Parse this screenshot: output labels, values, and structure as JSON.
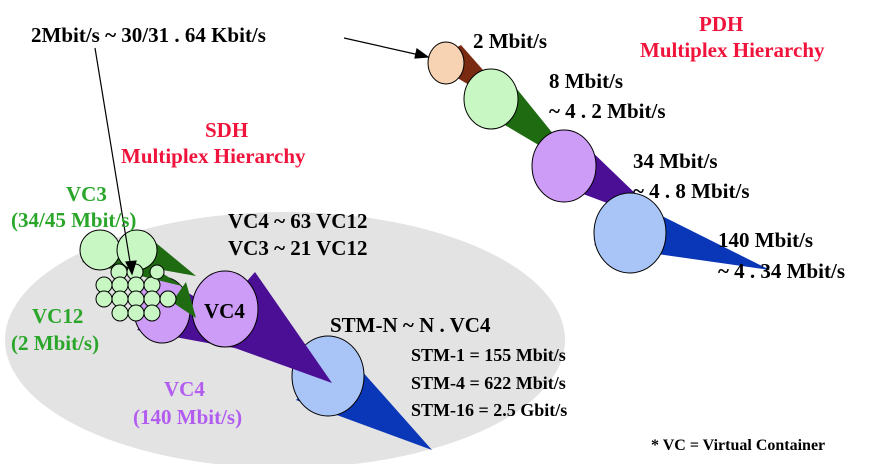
{
  "colors": {
    "accent_red": "#f0143c",
    "vc3_green": "#2aa62a",
    "vc4_purple": "#b25cf0",
    "sdh_region": "#e3e3e3",
    "cone_brown": "#7a2a10",
    "cone_dark_green": "#1f6b12",
    "cone_purple": "#4b0f96",
    "cone_blue": "#0a36b8"
  },
  "labels": {
    "pdh_title_line1": "PDH",
    "pdh_title_line2": "Multiplex Hierarchy",
    "sdh_title_line1": "SDH",
    "sdh_title_line2": "Multiplex Hierarchy",
    "e1_mapping": "2Mbit/s ~ 30/31 . 64 Kbit/s",
    "pdh_2m": "2 Mbit/s",
    "pdh_8m_line1": "8 Mbit/s",
    "pdh_8m_line2": "~ 4 . 2 Mbit/s",
    "pdh_34m_line1": "34 Mbit/s",
    "pdh_34m_line2": "~ 4 . 8 Mbit/s",
    "pdh_140m_line1": "140 Mbit/s",
    "pdh_140m_line2": "~ 4 . 34 Mbit/s",
    "vc3_line1": "VC3",
    "vc3_line2": "(34/45 Mbit/s)",
    "vc12_line1": "VC12",
    "vc12_line2": "(2 Mbit/s)",
    "vc4_circle": "VC4",
    "vc4_line1": "VC4",
    "vc4_line2": "(140 Mbit/s)",
    "vc4_vc12": "VC4 ~ 63 VC12",
    "vc3_vc12": "VC3 ~ 21 VC12",
    "stm_n": "STM-N ~ N . VC4",
    "stm1": "STM-1 = 155 Mbit/s",
    "stm4": "STM-4 = 622 Mbit/s",
    "stm16": "STM-16 = 2.5 Gbit/s",
    "footnote": "* VC = Virtual Container"
  },
  "icons": [
    "cone-2mbit-icon",
    "cone-8mbit-icon",
    "cone-34mbit-icon",
    "cone-140mbit-icon",
    "cone-vc3-icon",
    "cone-vc12-bundle-icon",
    "cone-vc4-icon",
    "cone-stm-icon"
  ]
}
